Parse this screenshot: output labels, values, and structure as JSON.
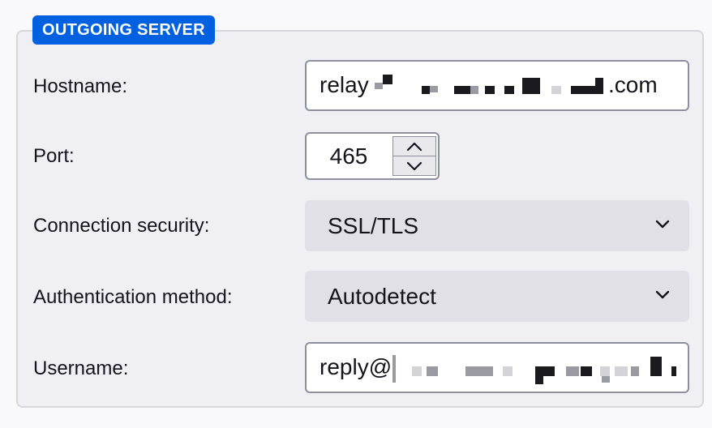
{
  "section": {
    "legend": "OUTGOING SERVER"
  },
  "hostname": {
    "label": "Hostname:",
    "value_prefix": "relay",
    "value_suffix": ".com"
  },
  "port": {
    "label": "Port:",
    "value": "465"
  },
  "connection_security": {
    "label": "Connection security:",
    "selected": "SSL/TLS"
  },
  "auth_method": {
    "label": "Authentication method:",
    "selected": "Autodetect"
  },
  "username": {
    "label": "Username:",
    "value_prefix": "reply@"
  },
  "icons": {
    "spin_up": "chevron-up-icon",
    "spin_down": "chevron-down-icon",
    "dropdown": "chevron-down-icon"
  },
  "colors": {
    "accent": "#0061e0",
    "panel": "#f0f0f4",
    "select_bg": "#e0e0e6"
  }
}
